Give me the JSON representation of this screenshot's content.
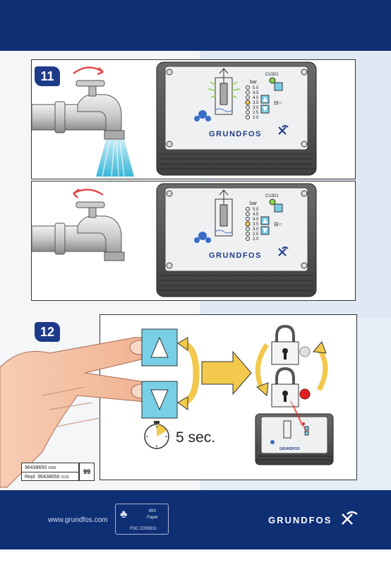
{
  "steps": {
    "step11": "11",
    "step12": "12"
  },
  "controller": {
    "model": "CU301",
    "unit": "bar",
    "pressure_levels": [
      "5.0",
      "4.5",
      "4.0",
      "3.5",
      "3.0",
      "2.5",
      "2.0"
    ],
    "brand": "GRUNDFOS"
  },
  "timer": {
    "label": "5 sec."
  },
  "document": {
    "number": "96438650",
    "number_date": "0306",
    "replaces": "Repl. 96438650",
    "replaces_date": "0103",
    "page": "99"
  },
  "footer": {
    "url": "www.grundfos.com",
    "fsc_line1": "MIX",
    "fsc_line2": "Paper",
    "fsc_code": "FSC C005911",
    "fsc_mark": "FSC",
    "brand": "GRUNDFOS"
  },
  "colors": {
    "navy": "#0f2f75",
    "badge": "#1e3b8a",
    "button_cyan": "#79cfe6",
    "arrow_yellow": "#f2c94c",
    "led_green": "#8bd24a",
    "led_yellow": "#f5d04a",
    "led_red": "#e02020"
  }
}
